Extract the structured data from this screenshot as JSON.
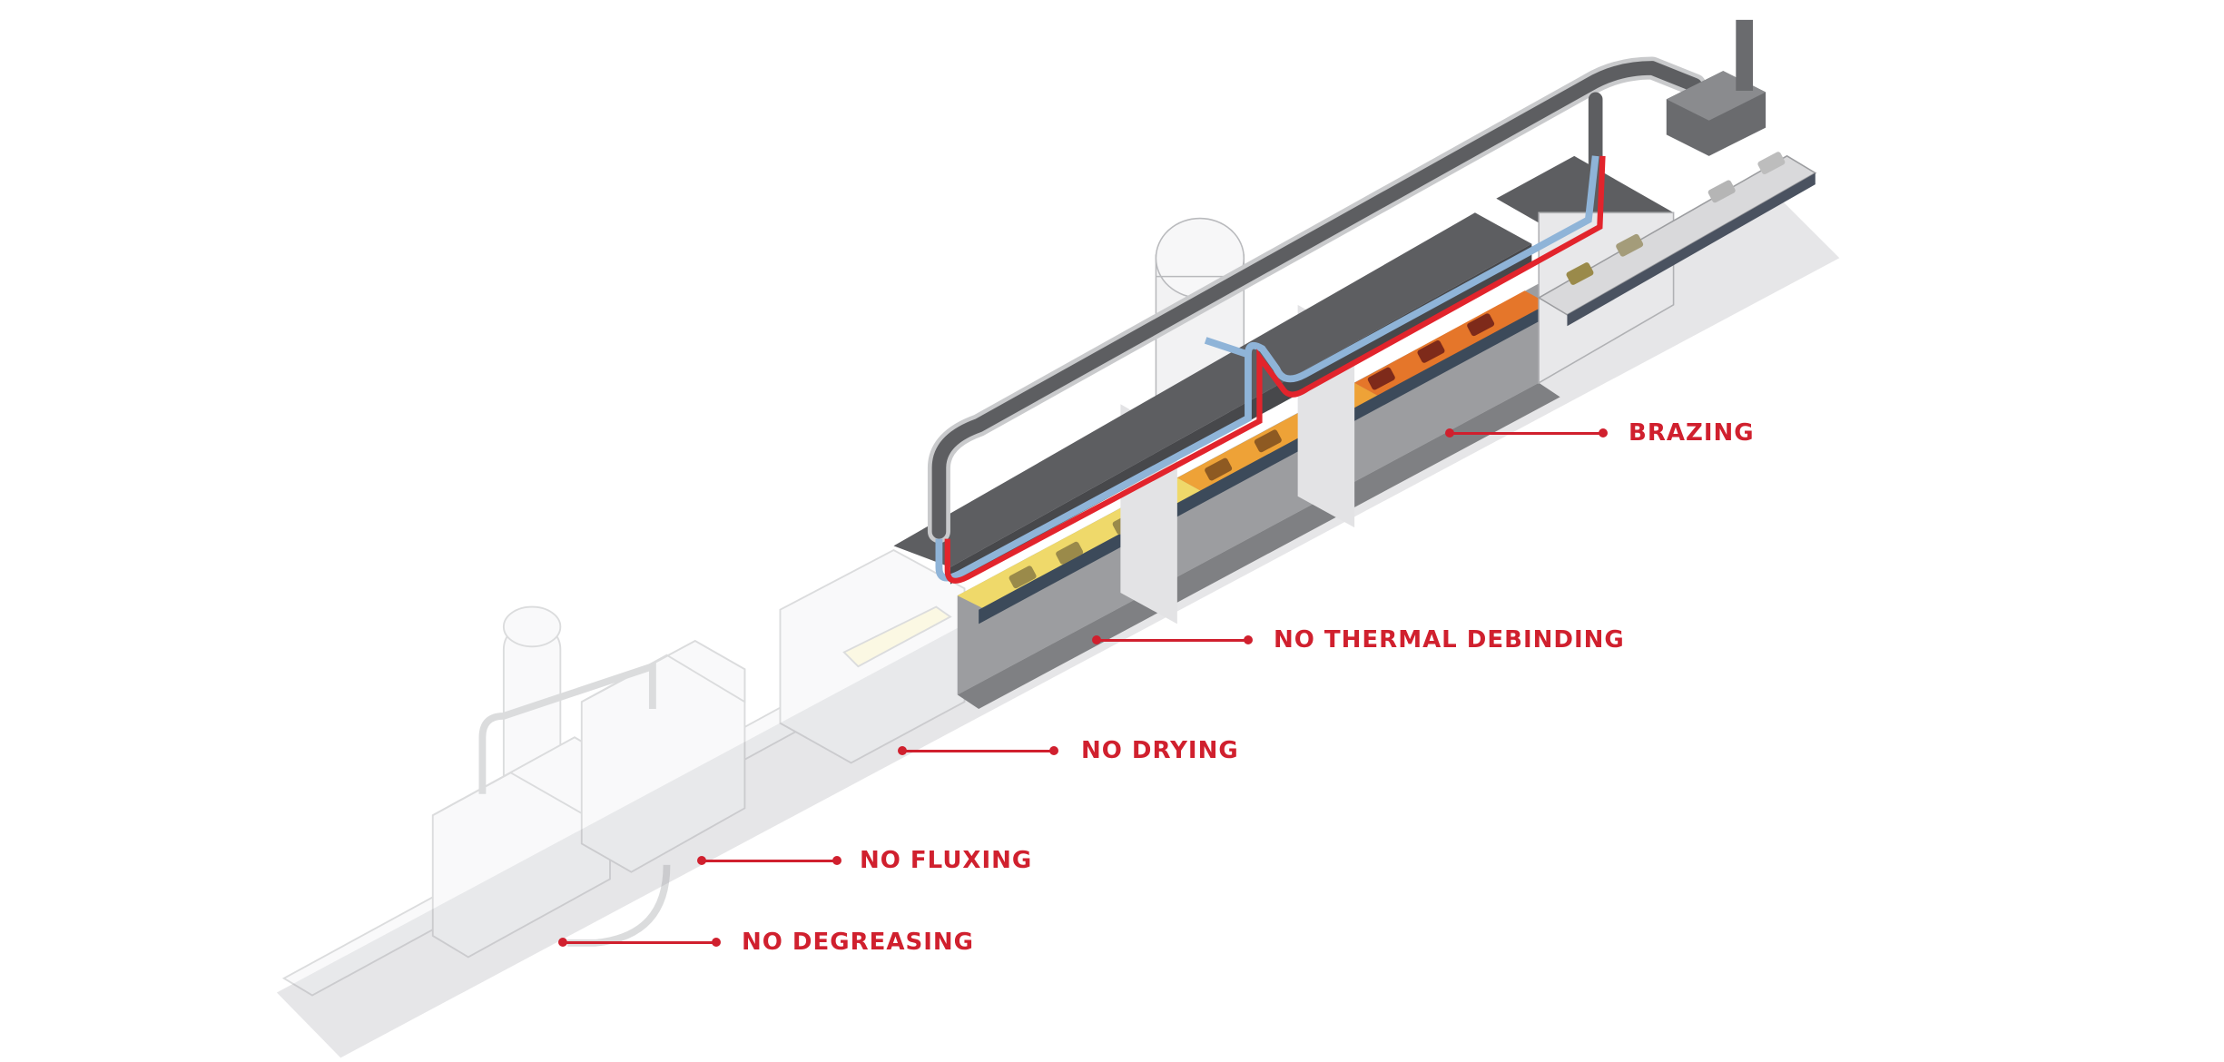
{
  "colors": {
    "label_red": "#d0202e",
    "floor": "#e4e4e6",
    "hood": "#5d5e61",
    "frame": "#9c9da0",
    "pipe_red": "#e2242c",
    "pipe_blue": "#8fb4d8",
    "zone_yellow": "#efd96a",
    "zone_orange": "#eea237",
    "zone_red": "#e5762a"
  },
  "labels": [
    {
      "id": "brazing",
      "text": "BRAZING"
    },
    {
      "id": "thermal-debinding",
      "text": "NO THERMAL DEBINDING"
    },
    {
      "id": "drying",
      "text": "NO DRYING"
    },
    {
      "id": "fluxing",
      "text": "NO FLUXING"
    },
    {
      "id": "degreasing",
      "text": "NO DEGREASING"
    }
  ]
}
